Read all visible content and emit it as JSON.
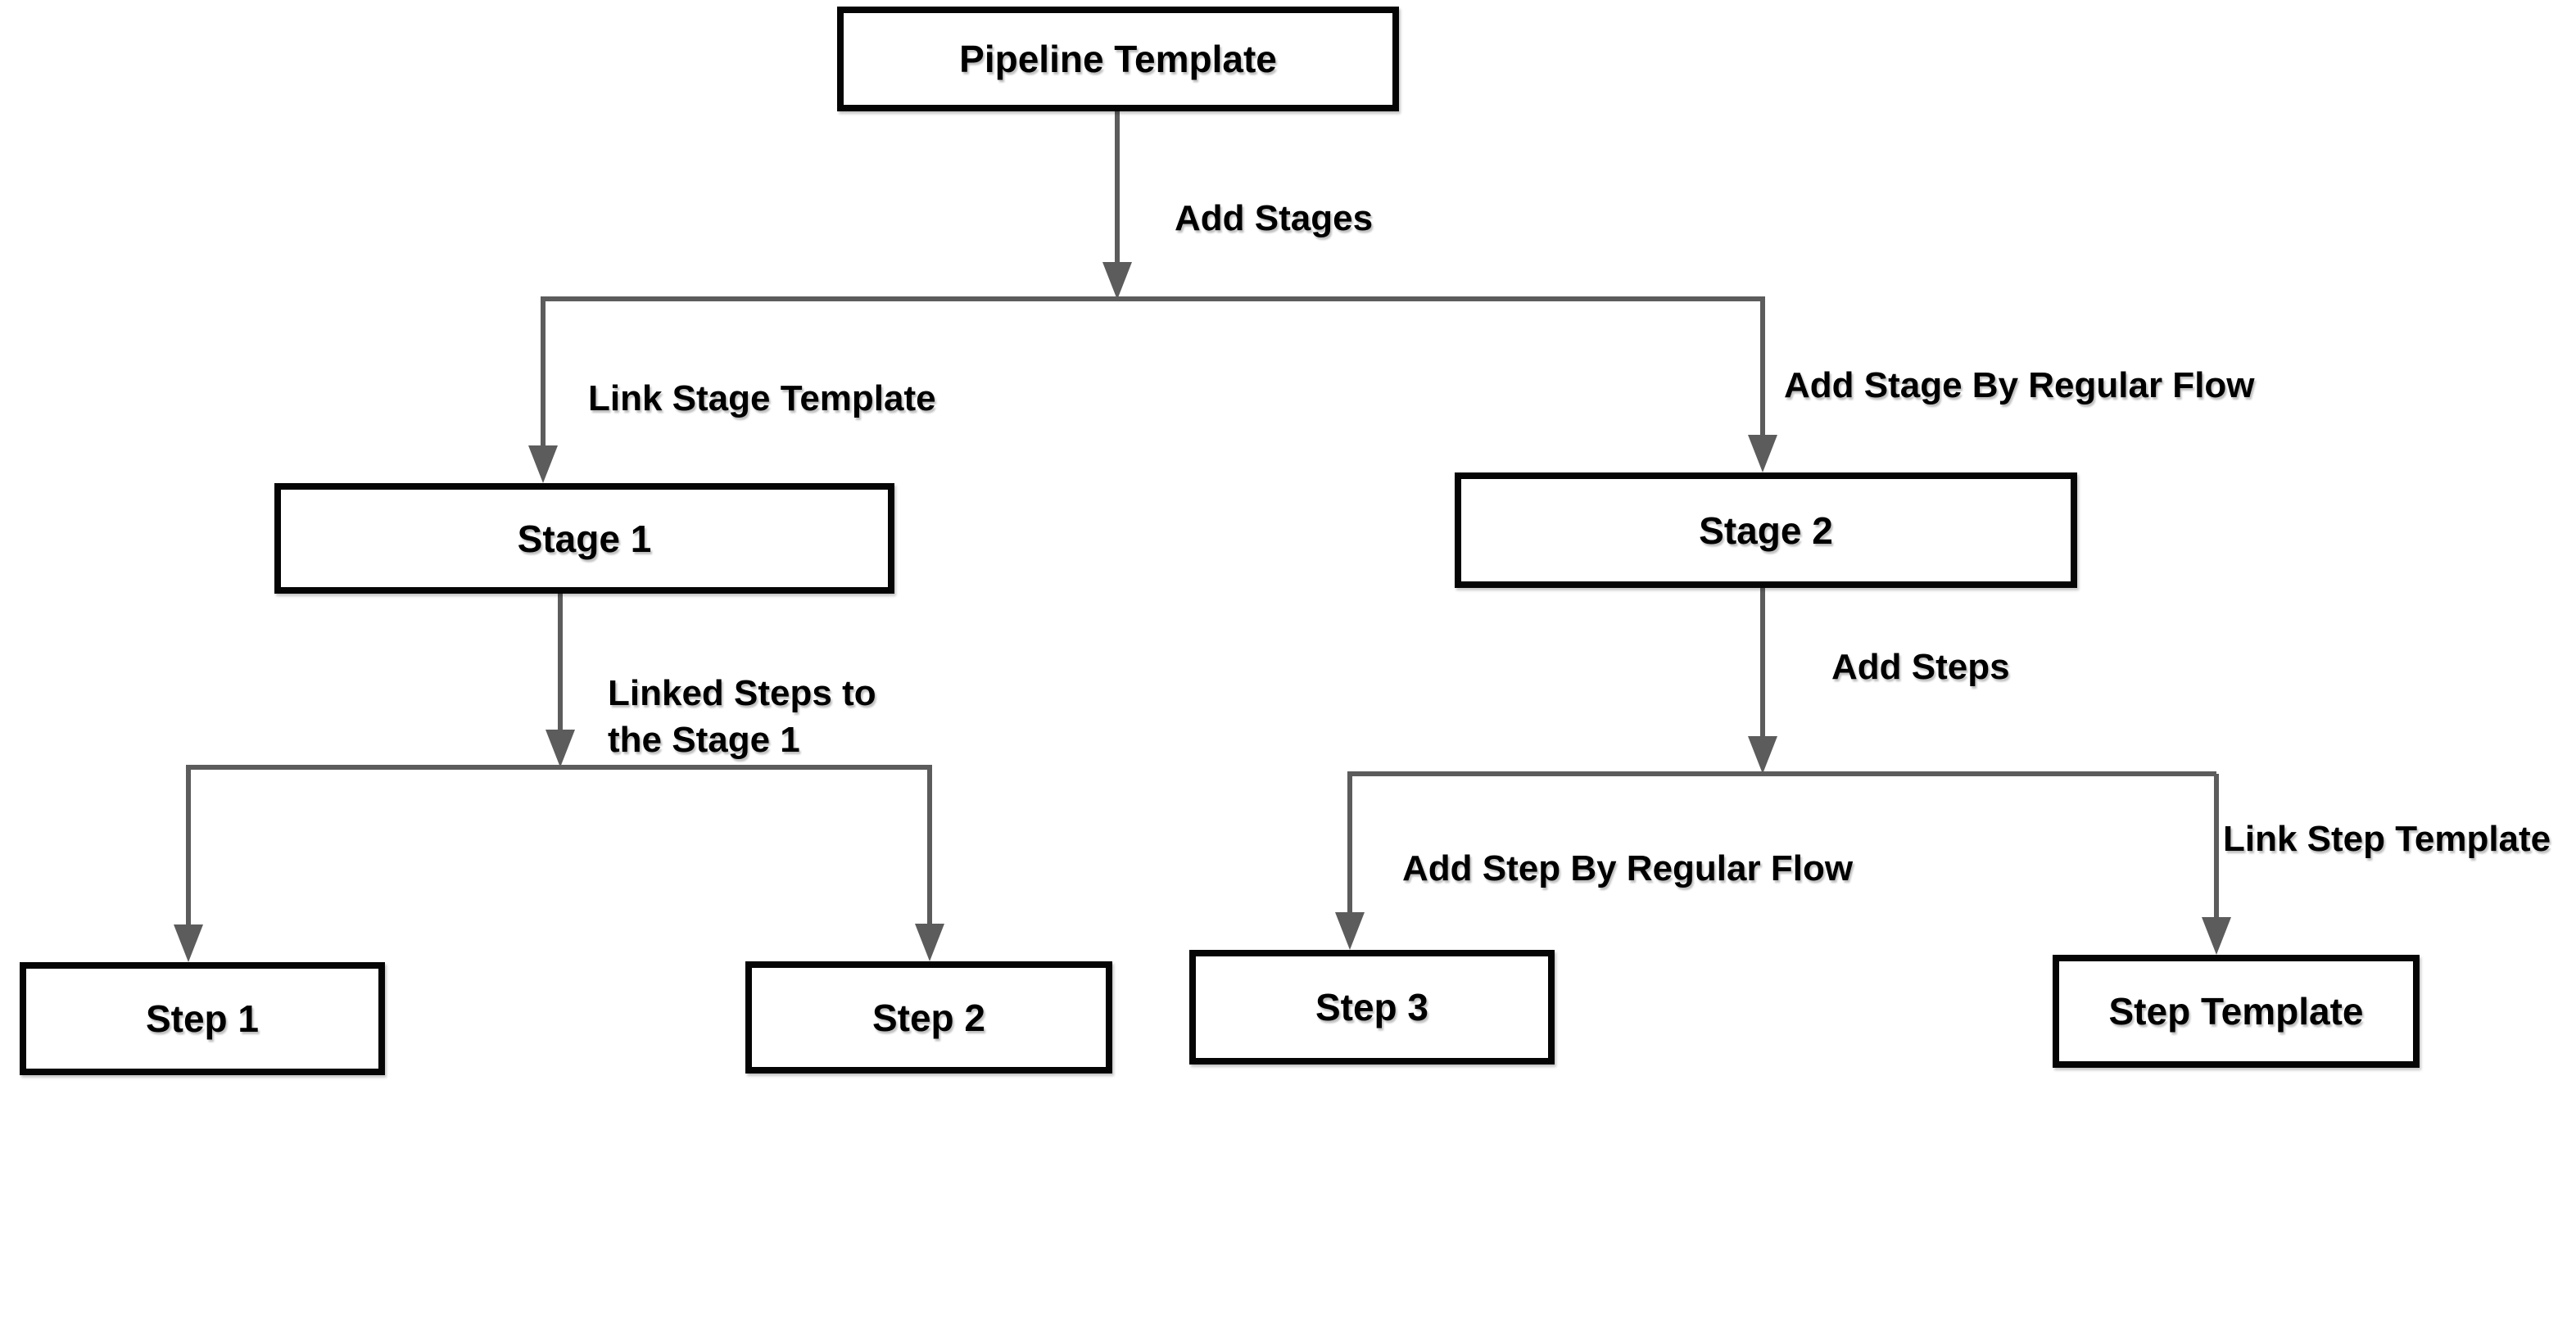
{
  "diagram": {
    "background_color": "#ffffff",
    "line_color": "#5c5c5c",
    "box_border_color": "#050505",
    "text_color": "#000000",
    "nodes": {
      "pipeline_template": "Pipeline Template",
      "stage_1": "Stage 1",
      "stage_2": "Stage 2",
      "step_1": "Step 1",
      "step_2": "Step 2",
      "step_3": "Step 3",
      "step_template": "Step Template"
    },
    "edge_labels": {
      "add_stages": "Add Stages",
      "link_stage_template": "Link Stage Template",
      "add_stage_by_regular_flow": "Add Stage By Regular Flow",
      "linked_steps_line1": "Linked Steps to",
      "linked_steps_line2": "the Stage 1",
      "add_steps": "Add Steps",
      "add_step_by_regular_flow": "Add Step By Regular Flow",
      "link_step_template": "Link Step Template"
    }
  }
}
